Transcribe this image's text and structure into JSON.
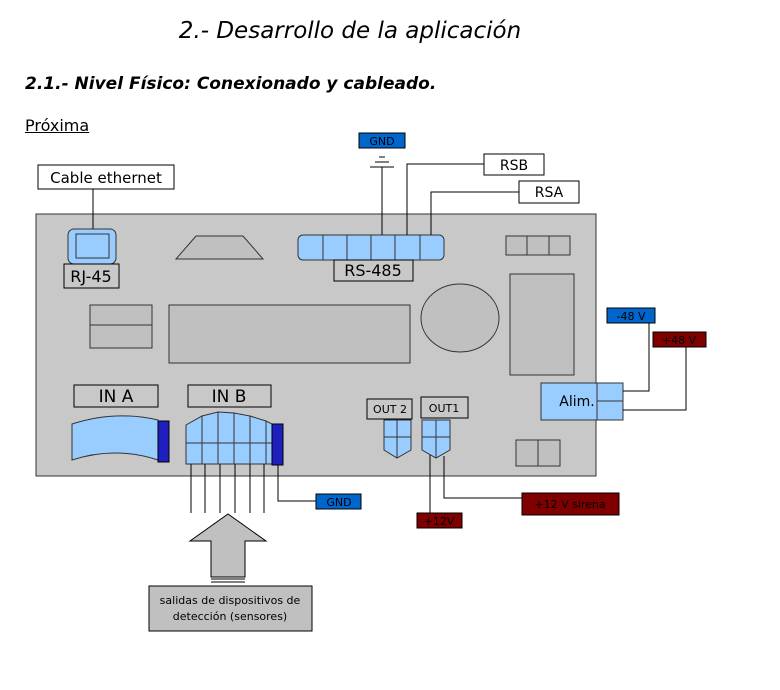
{
  "header": {
    "title": "2.- Desarrollo de la aplicación",
    "section": "2.1.- Nivel Físico: Conexionado y cableado.",
    "subsection": "Próxima"
  },
  "diagram": {
    "labels": {
      "ethernet": "Cable ethernet",
      "rj45": "RJ-45",
      "rs485": "RS-485",
      "gnd_top": "GND",
      "rsb": "RSB",
      "rsa": "RSA",
      "in_a": "IN A",
      "in_b": "IN B",
      "out2": "OUT 2",
      "out1": "OUT1",
      "alim": "Alim.",
      "minus48": "-48 V",
      "plus48": "+48 V",
      "gnd_bottom": "GND",
      "plus12": "+12V",
      "plus12_siren": "+12 V sirena",
      "sensors_line1": "salidas de dispositivos de",
      "sensors_line2": "detección (sensores)"
    },
    "colors": {
      "board": "#c8c8c8",
      "connector": "#99ccff",
      "dark_blue": "#1f1fbf",
      "gnd_tag": "#0066cc",
      "power_red": "#800000",
      "neutral": "#c0c0c0"
    }
  }
}
